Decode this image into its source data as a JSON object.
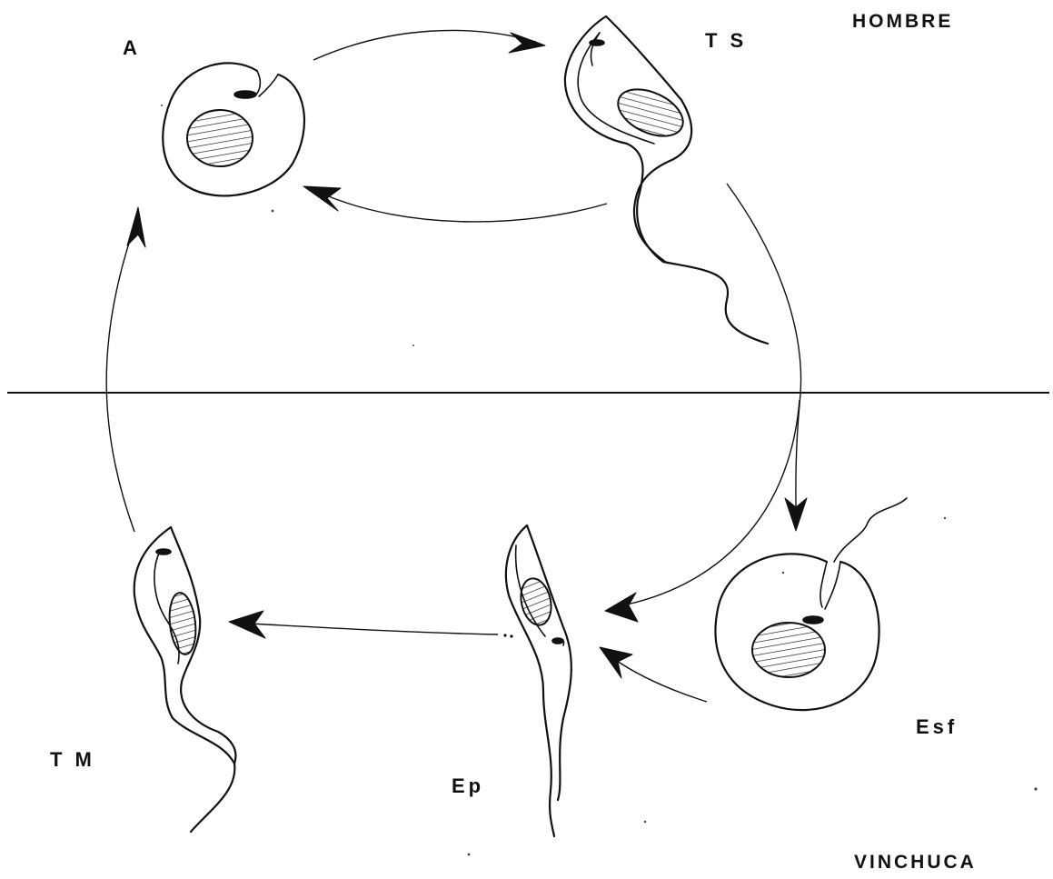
{
  "regions": {
    "top": "HOMBRE",
    "bottom": "VINCHUCA"
  },
  "stages": {
    "amastigote": "A",
    "blood_trypomastigote": "T S",
    "spheromastigote": "Esf",
    "epimastigote": "Ep",
    "metacyclic_trypomastigote": "T M"
  },
  "colors": {
    "ink": "#111111",
    "background": "#ffffff"
  }
}
